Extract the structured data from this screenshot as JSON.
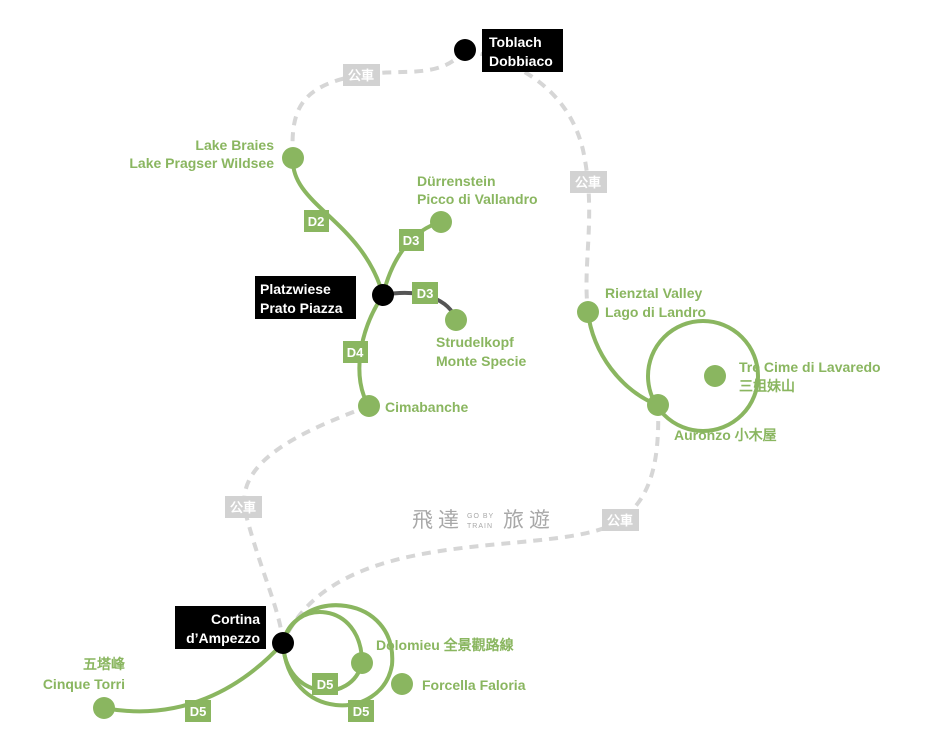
{
  "colors": {
    "route": "#8ab660",
    "bus": "#d6d6d6",
    "hub": "#000000",
    "side_route": "#555555"
  },
  "bus_label": "公車",
  "watermark": {
    "left": "飛達",
    "small_top": "GO BY",
    "small_bottom": "TRAIN",
    "right": "旅遊"
  },
  "hubs": {
    "toblach": [
      "Toblach",
      "Dobbiaco"
    ],
    "platzwiese": [
      "Platzwiese",
      "Prato Piazza"
    ],
    "cortina": [
      "Cortina",
      "d’Ampezzo"
    ]
  },
  "stops": {
    "braies": [
      "Lake Braies",
      "Lake Pragser Wildsee"
    ],
    "durrenstein": [
      "Dürrenstein",
      "Picco di Vallandro"
    ],
    "strudelkopf": [
      "Strudelkopf",
      "Monte Specie"
    ],
    "cimabanche": "Cimabanche",
    "rienztal": [
      "Rienztal Valley",
      "Lago di Landro"
    ],
    "trecime": [
      "Tre Cime di Lavaredo",
      "三姐妹山"
    ],
    "auronzo": "Auronzo 小木屋",
    "cinquetorri": [
      "五塔峰",
      "Cinque Torri"
    ],
    "dolomieu": "Dolomieu 全景觀路線",
    "forcella": "Forcella Faloria"
  },
  "lines": {
    "d2": "D2",
    "d3a": "D3",
    "d3b": "D3",
    "d4": "D4",
    "d5a": "D5",
    "d5b": "D5",
    "d5c": "D5"
  }
}
